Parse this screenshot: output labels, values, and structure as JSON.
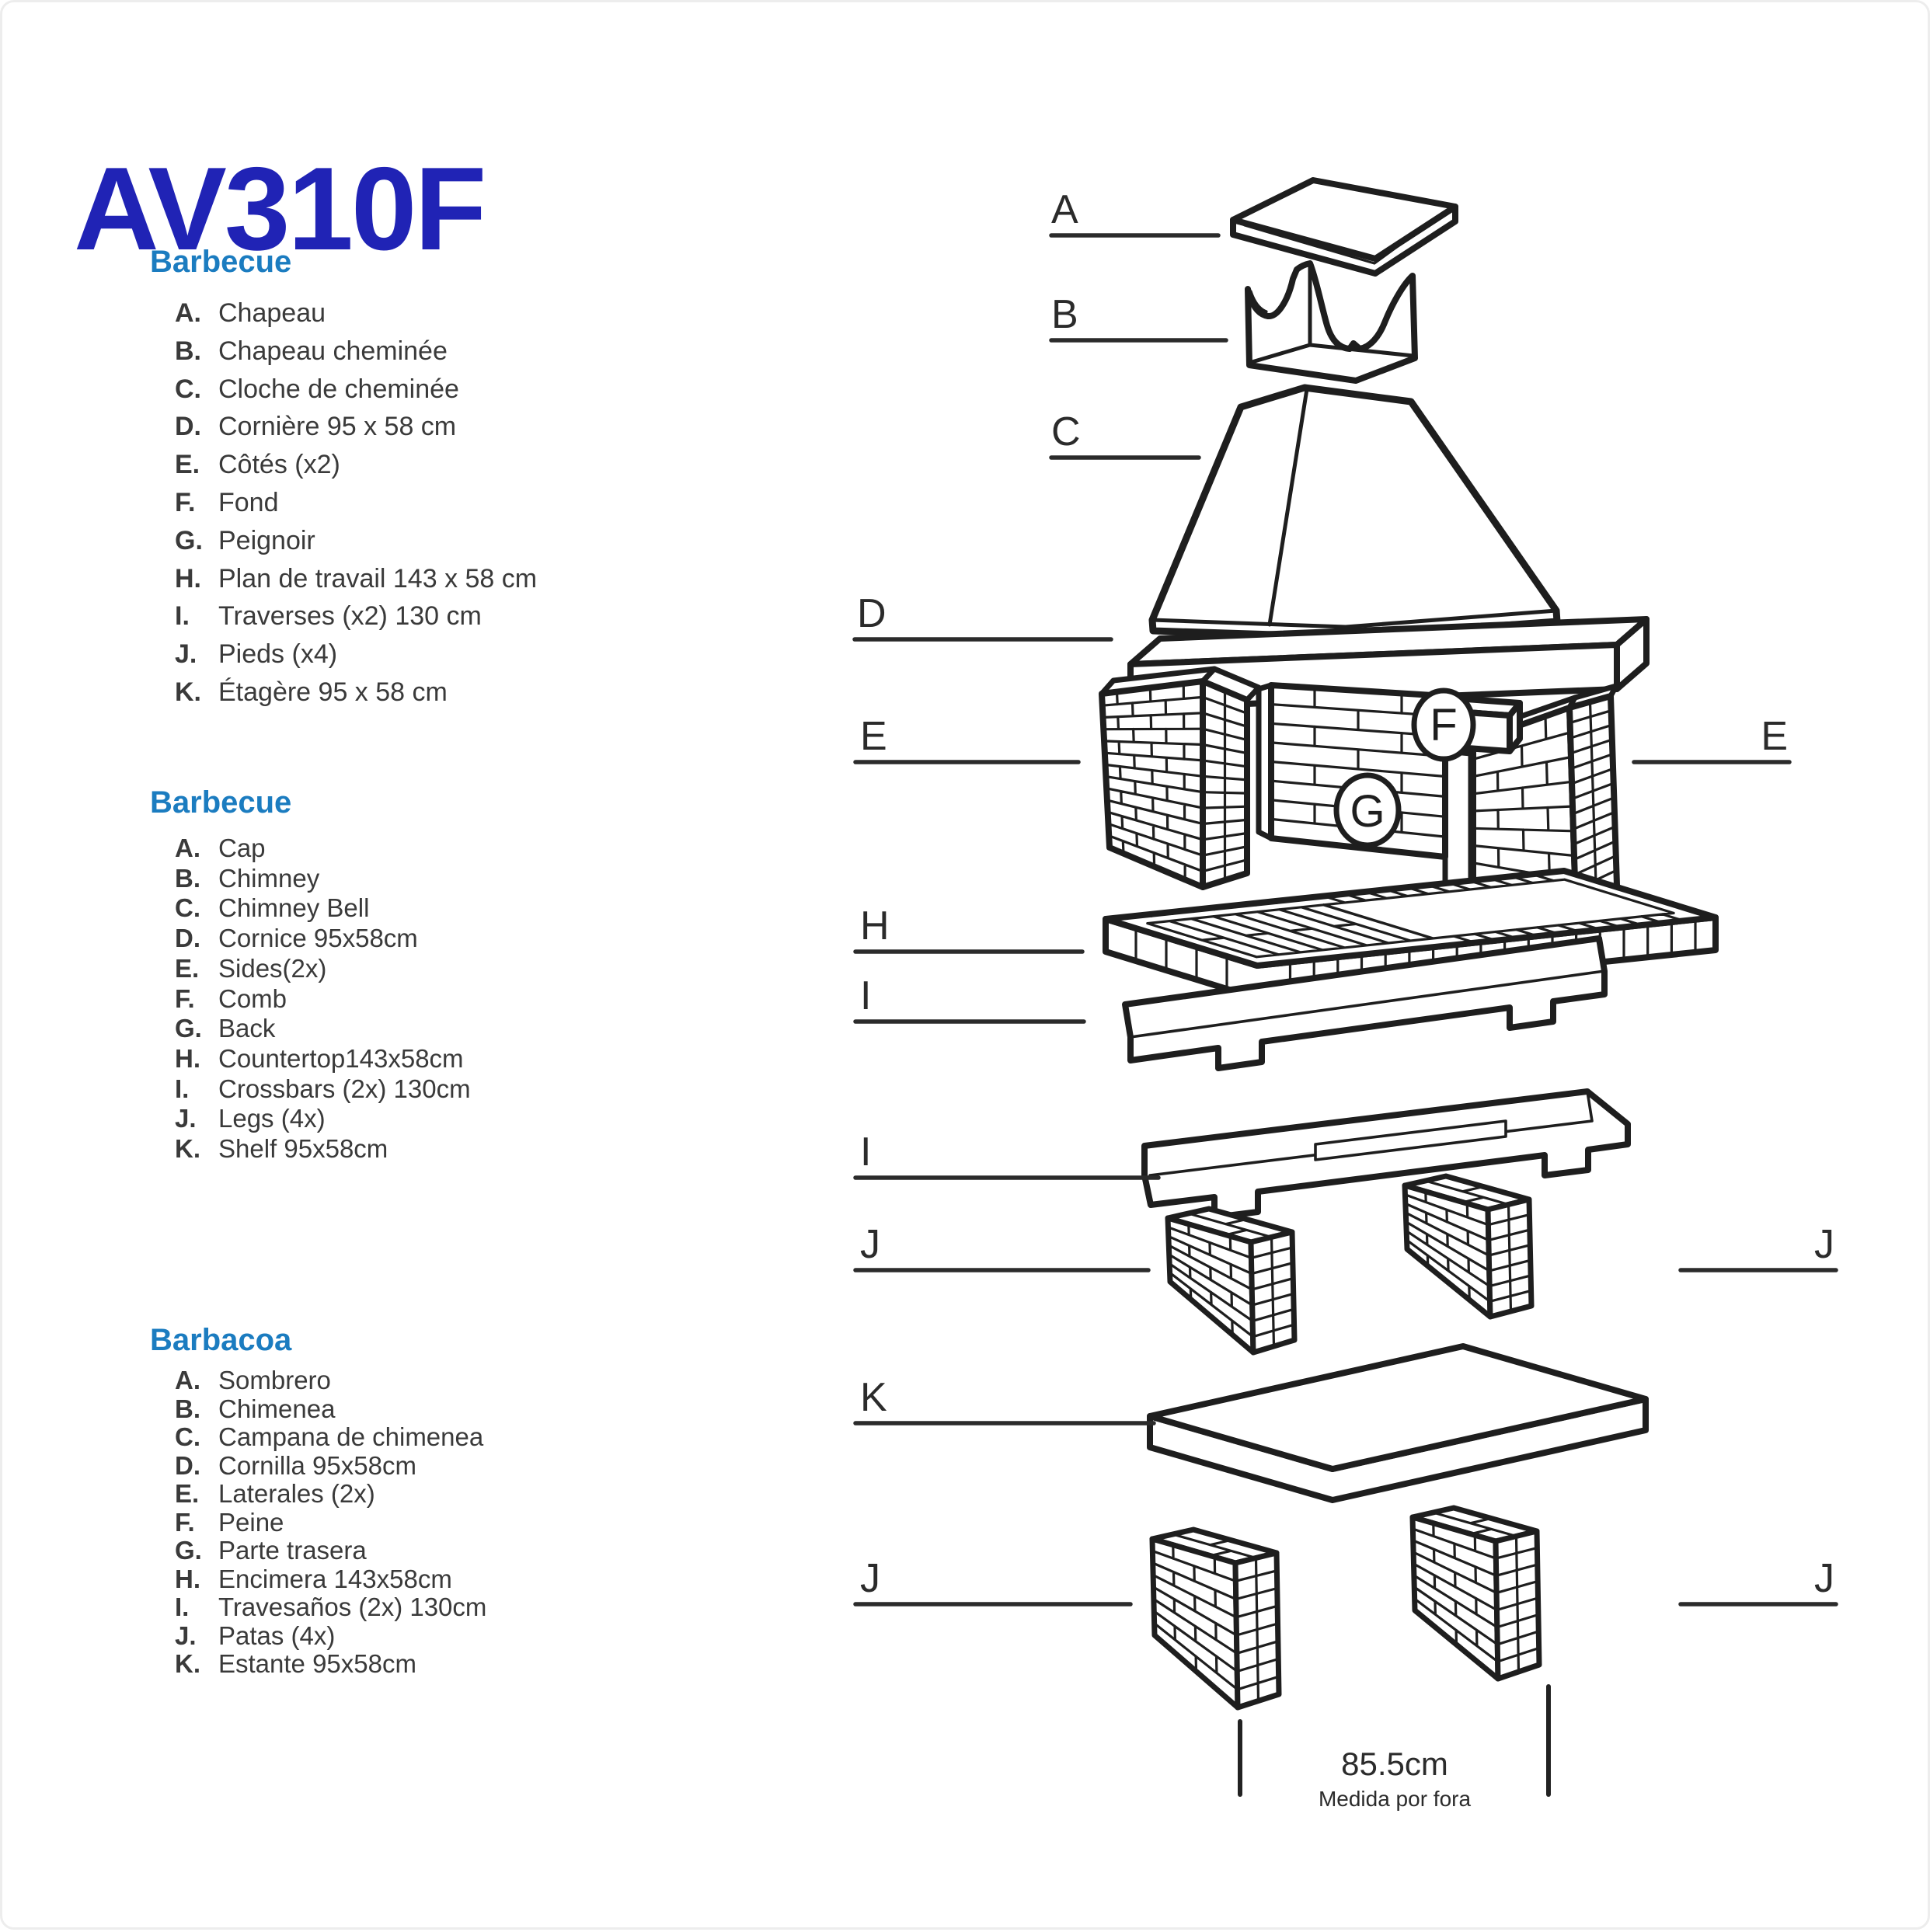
{
  "page": {
    "title": "AV310F"
  },
  "sections": [
    {
      "id": "fr",
      "heading": "Barbecue",
      "items": [
        {
          "key": "A.",
          "label": "Chapeau"
        },
        {
          "key": "B.",
          "label": "Chapeau cheminée"
        },
        {
          "key": "C.",
          "label": "Cloche de cheminée"
        },
        {
          "key": "D.",
          "label": "Cornière 95 x 58 cm"
        },
        {
          "key": "E.",
          "label": "Côtés (x2)"
        },
        {
          "key": "F.",
          "label": "Fond"
        },
        {
          "key": "G.",
          "label": "Peignoir"
        },
        {
          "key": "H.",
          "label": "Plan de travail 143 x 58 cm"
        },
        {
          "key": "I.",
          "label": "Traverses (x2) 130 cm"
        },
        {
          "key": "J.",
          "label": "Pieds (x4)"
        },
        {
          "key": "K.",
          "label": "Étagère 95 x 58 cm"
        }
      ]
    },
    {
      "id": "en",
      "heading": "Barbecue",
      "items": [
        {
          "key": "A.",
          "label": "Cap"
        },
        {
          "key": "B.",
          "label": "Chimney"
        },
        {
          "key": "C.",
          "label": "Chimney Bell"
        },
        {
          "key": "D.",
          "label": "Cornice 95x58cm"
        },
        {
          "key": "E.",
          "label": "Sides(2x)"
        },
        {
          "key": "F.",
          "label": "Comb"
        },
        {
          "key": "G.",
          "label": "Back"
        },
        {
          "key": "H.",
          "label": "Countertop143x58cm"
        },
        {
          "key": "I.",
          "label": "Crossbars (2x) 130cm"
        },
        {
          "key": "J.",
          "label": "Legs (4x)"
        },
        {
          "key": "K.",
          "label": "Shelf 95x58cm"
        }
      ]
    },
    {
      "id": "es",
      "heading": "Barbacoa",
      "items": [
        {
          "key": "A.",
          "label": "Sombrero"
        },
        {
          "key": "B.",
          "label": "Chimenea"
        },
        {
          "key": "C.",
          "label": "Campana de chimenea"
        },
        {
          "key": "D.",
          "label": "Cornilla 95x58cm"
        },
        {
          "key": "E.",
          "label": "Laterales (2x)"
        },
        {
          "key": "F.",
          "label": "Peine"
        },
        {
          "key": "G.",
          "label": "Parte trasera"
        },
        {
          "key": "H.",
          "label": "Encimera 143x58cm"
        },
        {
          "key": "I.",
          "label": "Travesaños (2x) 130cm"
        },
        {
          "key": "J.",
          "label": "Patas (4x)"
        },
        {
          "key": "K.",
          "label": "Estante 95x58cm"
        }
      ]
    }
  ],
  "diagram": {
    "callouts": {
      "a": "A",
      "b": "B",
      "c": "C",
      "d": "D",
      "e": "E",
      "f": "F",
      "g": "G",
      "h": "H",
      "i": "I",
      "j": "J",
      "k": "K"
    },
    "dimension": {
      "value": "85.5cm",
      "note": "Medida por fora"
    }
  },
  "colors": {
    "title": "#2023b5",
    "heading": "#1b7cc0",
    "body": "#3a3a3a",
    "line": "#222222"
  }
}
